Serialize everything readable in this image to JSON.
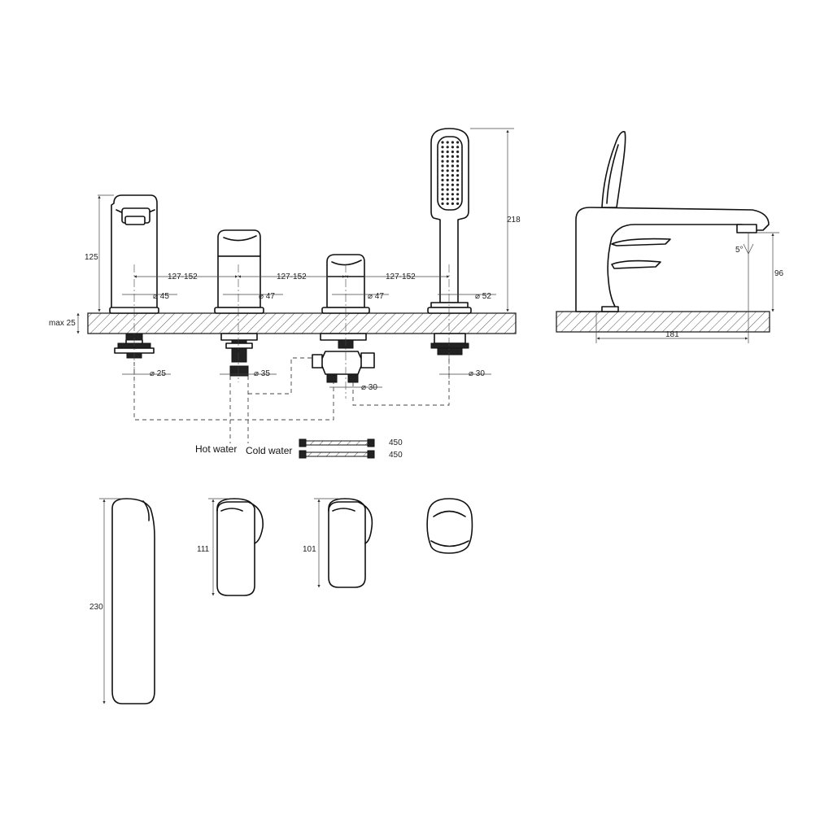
{
  "dimensions": {
    "max_depth": "max 25",
    "spacing_1": "127-152",
    "spacing_2": "127-152",
    "spacing_3": "127-152",
    "height_spout": "125",
    "height_shower": "218",
    "height_side": "96",
    "length_side": "181",
    "angle_side": "5°",
    "dia_spout_top": "⌀ 45",
    "dia_hot_top": "⌀ 47",
    "dia_cold_top": "⌀ 47",
    "dia_shower_top": "⌀ 52",
    "dia_spout_bottom": "⌀ 25",
    "dia_hot_bottom": "⌀ 35",
    "dia_diverter_bottom": "⌀ 30",
    "dia_shower_bottom": "⌀ 30",
    "height_lever_1": "111",
    "height_lever_2": "101",
    "height_spout_top": "230"
  },
  "labels": {
    "hot_water": "Hot water",
    "cold_water": "Cold water"
  },
  "hoses": {
    "hose_1": "450",
    "hose_2": "450"
  }
}
